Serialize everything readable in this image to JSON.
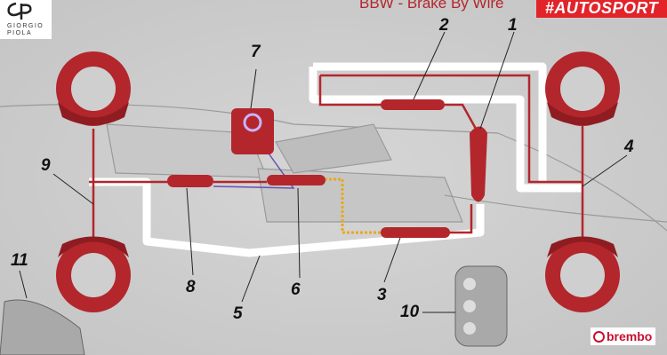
{
  "header": {
    "title": "BBW - Brake By Wire",
    "publisher_logo": "#AUTOSPORT",
    "artist_logo": [
      "GIORGIO",
      "PIOLA"
    ]
  },
  "footer": {
    "manufacturer_logo": "brembo"
  },
  "callouts": [
    "1",
    "2",
    "3",
    "4",
    "5",
    "6",
    "7",
    "8",
    "9",
    "10",
    "11"
  ],
  "colors": {
    "brake_red": "#b3262c",
    "pipe_white": "#ffffff",
    "wire_yellow": "#e8a820",
    "background": "#cfcfcf"
  }
}
